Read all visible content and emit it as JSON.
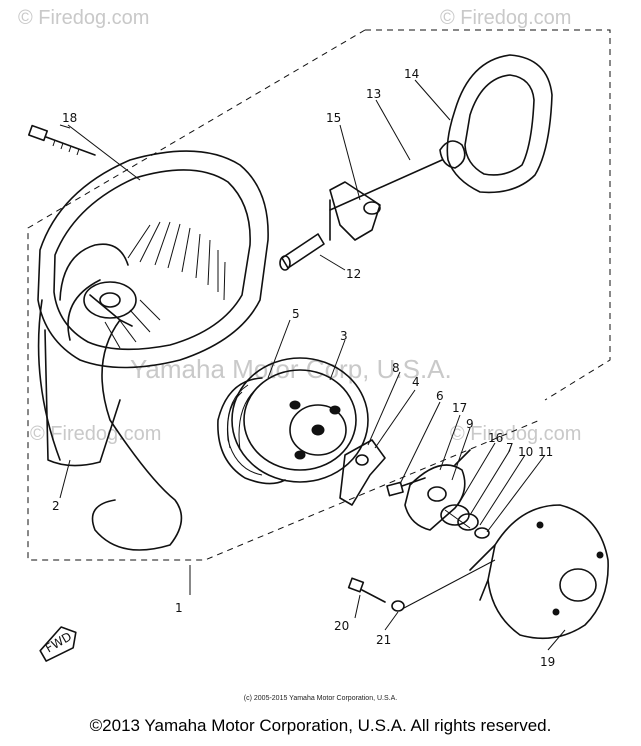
{
  "watermarks": {
    "top_left": "© Firedog.com",
    "top_right": "© Firedog.com",
    "middle_left": "© Firedog.com",
    "middle_right": "© Firedog.com",
    "center": "Yamaha Motor Corp, U.S.A."
  },
  "callouts": [
    "1",
    "2",
    "3",
    "4",
    "5",
    "6",
    "7",
    "8",
    "9",
    "10",
    "11",
    "12",
    "13",
    "14",
    "15",
    "16",
    "17",
    "18",
    "19",
    "20",
    "21"
  ],
  "fwd_label": "FWD",
  "small_copyright": "(c) 2005-2015 Yamaha Motor Corporation, U.S.A.",
  "footer": "©2013 Yamaha Motor Corporation, U.S.A. All rights reserved."
}
